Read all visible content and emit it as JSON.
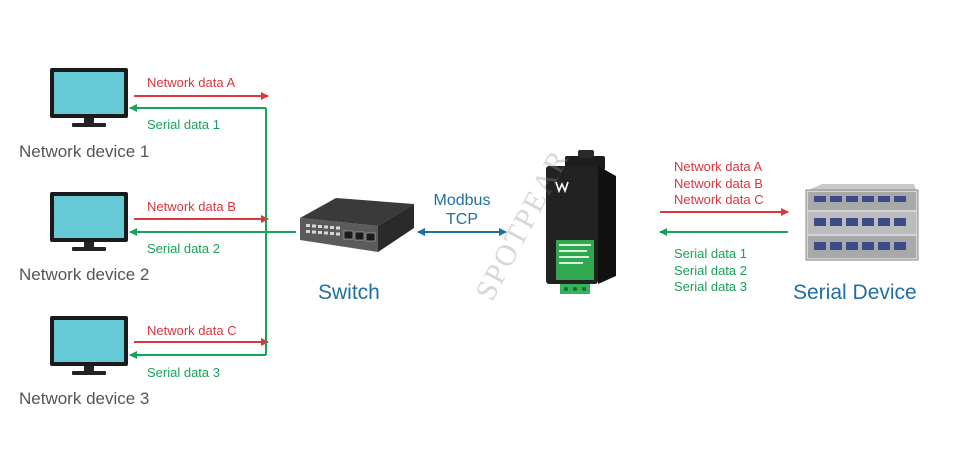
{
  "devices": [
    {
      "name": "Network device 1",
      "tx": "Network data A",
      "rx": "Serial data 1"
    },
    {
      "name": "Network device 2",
      "tx": "Network data B",
      "rx": "Serial data 2"
    },
    {
      "name": "Network device 3",
      "tx": "Network data C",
      "rx": "Serial data 3"
    }
  ],
  "switch_label": "Switch",
  "protocol": {
    "line1": "Modbus",
    "line2": "TCP"
  },
  "serial_device_label": "Serial Device",
  "network_data_list": [
    "Network data A",
    "Network data B",
    "Network data C"
  ],
  "serial_data_list": [
    "Serial data 1",
    "Serial data 2",
    "Serial data 3"
  ],
  "watermark": "SPOTPEAR",
  "colors": {
    "network": "#d9363e",
    "serial": "#17a35a",
    "link": "#1f6fa3",
    "monitor_screen": "#66c9d6"
  }
}
